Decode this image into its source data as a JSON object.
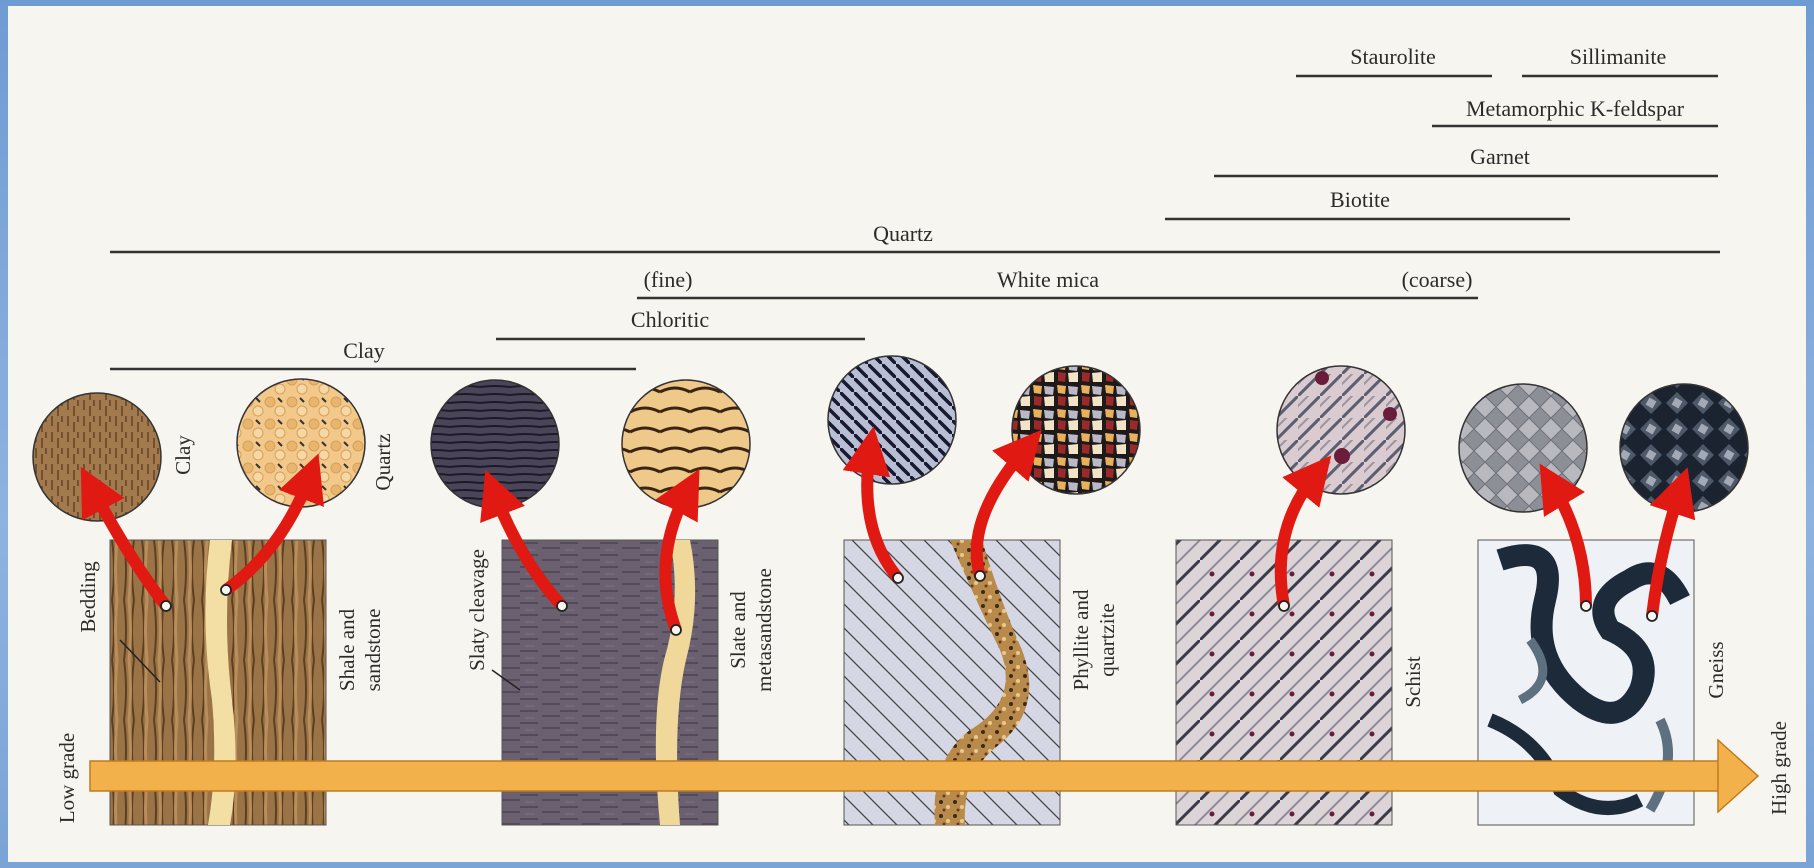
{
  "minerals": {
    "staurolite": "Staurolite",
    "sillimanite": "Sillimanite",
    "k_feldspar": "Metamorphic K-feldspar",
    "garnet": "Garnet",
    "biotite": "Biotite",
    "quartz": "Quartz",
    "white_mica": "White mica",
    "white_mica_fine": "(fine)",
    "white_mica_coarse": "(coarse)",
    "chloritic": "Chloritic",
    "clay": "Clay"
  },
  "rocks": {
    "shale": [
      "Shale and",
      "sandstone"
    ],
    "slate": [
      "Slate and",
      "metasandstone"
    ],
    "phyllite": [
      "Phyllite and",
      "quartzite"
    ],
    "schist": [
      "Schist"
    ],
    "gneiss": [
      "Gneiss"
    ]
  },
  "inset_labels": {
    "clay": "Clay",
    "quartz": "Quartz"
  },
  "features": {
    "bedding": "Bedding",
    "slaty_cleavage": "Slaty cleavage"
  },
  "grade": {
    "low": "Low grade",
    "high": "High grade"
  },
  "colors": {
    "arrow_red": "#e01a12",
    "grade_arrow": "#f2b14a",
    "panel_bg": "#f7f5ef"
  }
}
